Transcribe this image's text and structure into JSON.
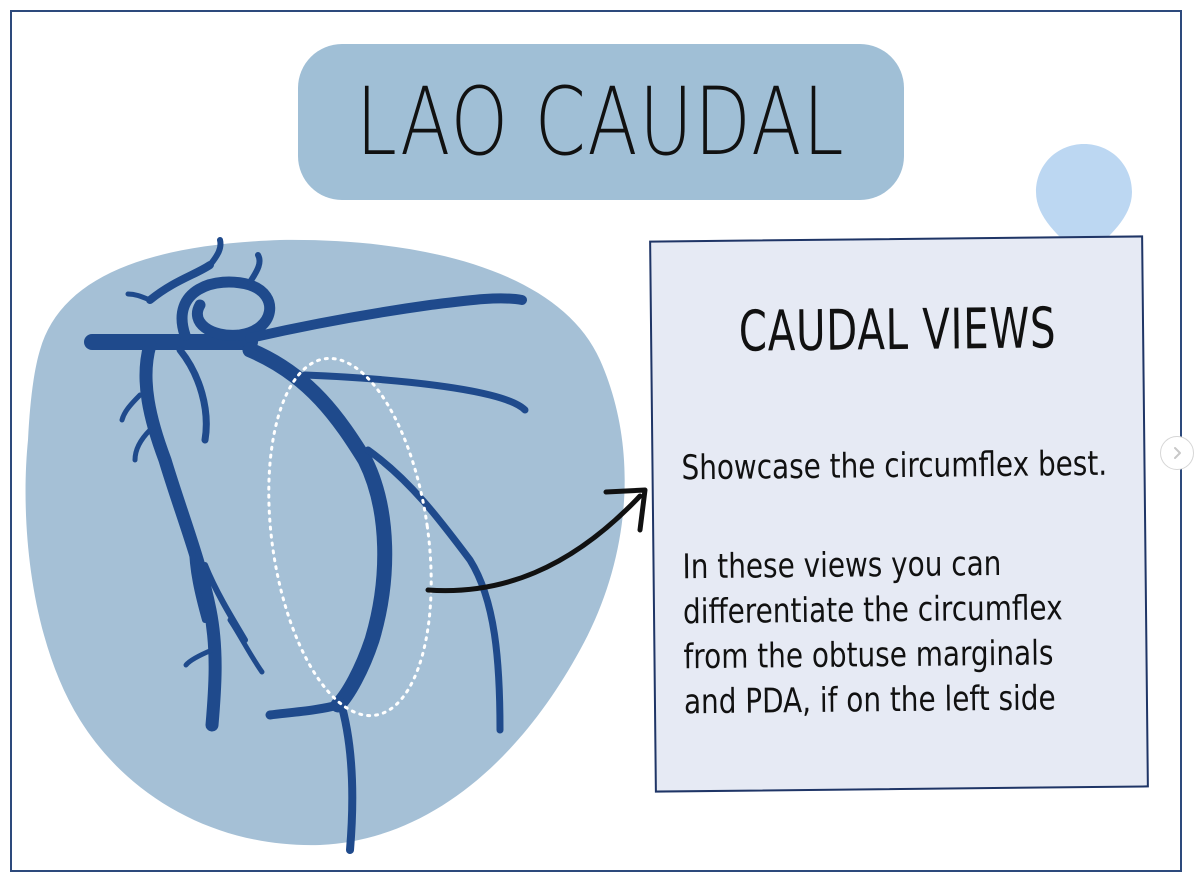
{
  "title": "LAO CAUDAL",
  "card": {
    "heading": "CAUDAL VIEWS",
    "line1": "Showcase the circumflex best.",
    "paragraph": [
      "In these views you can",
      "differentiate the circumflex",
      "from the obtuse marginals",
      "and PDA, if on the left side"
    ]
  },
  "colors": {
    "heart": "#a5c0d6",
    "vessel": "#1f4a8c",
    "pin": "#bcd7f2",
    "frame": "#2d4a7c"
  },
  "icons": {
    "pin": "location-pin-icon",
    "next": "chevron-right-icon"
  }
}
